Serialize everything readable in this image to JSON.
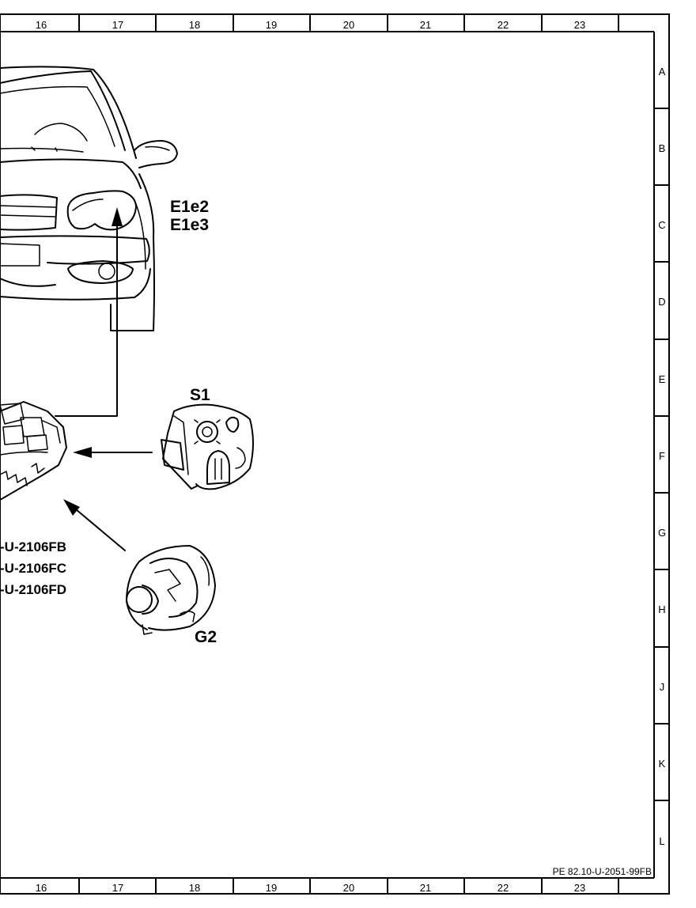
{
  "grid": {
    "columns": [
      "16",
      "17",
      "18",
      "19",
      "20",
      "21",
      "22",
      "23"
    ],
    "rows": [
      "A",
      "B",
      "C",
      "D",
      "E",
      "F",
      "G",
      "H",
      "J",
      "K",
      "L"
    ]
  },
  "labels": {
    "headlamp_1": "E1e2",
    "headlamp_2": "E1e3",
    "switch": "S1",
    "alternator": "G2",
    "ref_1": "-U-2106FB",
    "ref_2": "-U-2106FC",
    "ref_3": "-U-2106FD"
  },
  "drawing_number": "PE 82.10-U-2051-99FB"
}
